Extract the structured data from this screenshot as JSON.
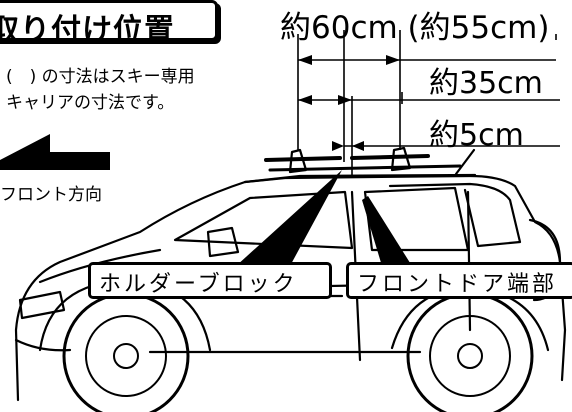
{
  "title": "取り付け位置",
  "dimensions": {
    "overall": "約60cm (約55cm)",
    "middle": "約35cm",
    "small": "約5cm"
  },
  "note": {
    "line1": "(　) の寸法はスキー専用",
    "line2": "キャリアの寸法です。"
  },
  "front_direction_label": "フロント方向",
  "callouts": {
    "holder_block": "ホルダーブロック",
    "front_door_edge": "フロントドア端部"
  }
}
